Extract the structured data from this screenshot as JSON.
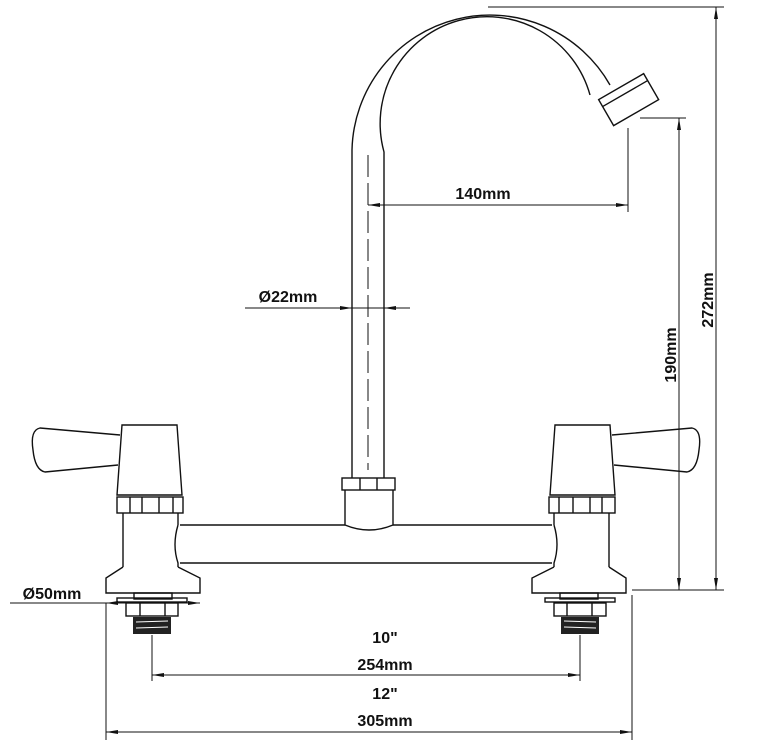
{
  "dimensions": {
    "spout_reach": "140mm",
    "spout_diameter": "Ø22mm",
    "spout_outlet_height": "190mm",
    "overall_height": "272mm",
    "base_diameter": "Ø50mm",
    "centers_inch": "10\"",
    "centers_mm": "254mm",
    "overall_width_inch": "12\"",
    "overall_width_mm": "305mm"
  },
  "colors": {
    "line": "#111111",
    "background": "#ffffff"
  }
}
